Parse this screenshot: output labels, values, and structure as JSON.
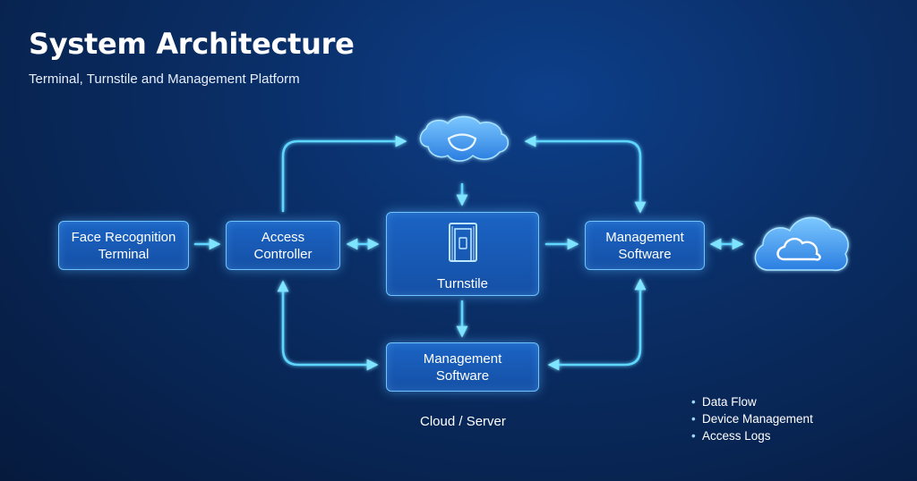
{
  "title": "System Architecture",
  "subtitle": "Terminal, Turnstile and Management Platform",
  "nodes": {
    "face_recognition_terminal": "Face Recognition\nTerminal",
    "access_controller": "Access\nController",
    "turnstile": "Turnstile",
    "management_software_right": "Management\nSoftware",
    "management_software_bottom": "Management\nSoftware"
  },
  "icons": {
    "top_center": "cloud-icon",
    "right": "cloud-icon",
    "turnstile": "turnstile-gate-icon"
  },
  "bottom_label": "Cloud / Server",
  "legend": {
    "items": [
      "Data Flow",
      "Device Management",
      "Access Logs"
    ]
  },
  "colors": {
    "background": "#0a2e66",
    "node_fill": "#1a5bb8",
    "connector": "#5fd6ff"
  }
}
